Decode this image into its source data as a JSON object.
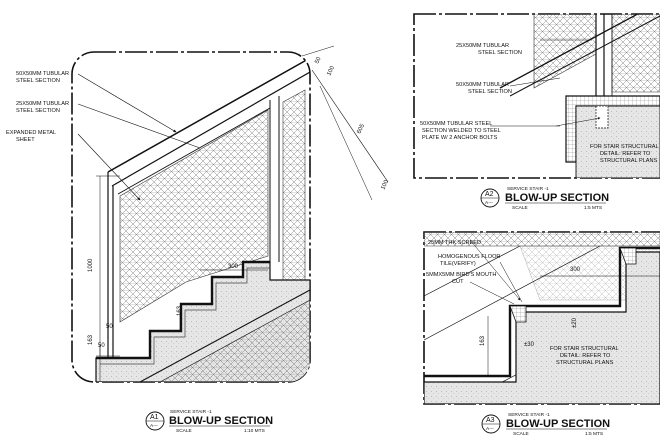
{
  "a1": {
    "labels": {
      "steel_50": [
        "50X50MM TUBULAR",
        "STEEL SECTION"
      ],
      "steel_25": [
        "25X50MM TUBULAR",
        "STEEL SECTION"
      ],
      "metal": [
        "EXPANDED METAL",
        "SHEET"
      ]
    },
    "dims": {
      "d50a": "50",
      "d100a": "100",
      "d605": "605",
      "d100b": "100",
      "d1000": "1000",
      "d300": "300",
      "d163a": "163",
      "d163b": "163",
      "d50b": "50",
      "d50c": "50"
    },
    "title": {
      "num": "A1",
      "sheet": "A---",
      "super": "SERVICE STAIR -1",
      "main": "BLOW-UP SECTION",
      "scale_label": "SCALE",
      "scale": "1:10 MTS"
    }
  },
  "a2": {
    "labels": {
      "steel_25": [
        "25X50MM TUBULAR",
        "STEEL SECTION"
      ],
      "steel_50": [
        "50X50MM TUBULAR",
        "STEEL SECTION"
      ],
      "weld": [
        "50X50MM TUBULAR STEEL",
        "SECTION WELDED TO STEEL",
        "PLATE W/ 2 ANCHOR BOLTS"
      ],
      "struct": [
        "FOR STAIR STRUCTURAL",
        "DETAIL: REFER TO",
        "STRUCTURAL PLANS"
      ]
    },
    "title": {
      "num": "A2",
      "sheet": "A---",
      "super": "SERVICE STAIR -1",
      "main": "BLOW-UP SECTION",
      "scale_label": "SCALE",
      "scale": "1:5 MTS"
    }
  },
  "a3": {
    "labels": {
      "screed": "25MM THK SCREED",
      "floor": [
        "HOMOGENOUS FLOOR",
        "TILE(VERIFY)"
      ],
      "mouth": [
        "5MMX5MM BIRD'S MOUTH",
        "CUT"
      ],
      "struct": [
        "FOR STAIR STRUCTURAL",
        "DETAIL: REFER TO",
        "STRUCTURAL PLANS"
      ]
    },
    "dims": {
      "d300": "300",
      "d163": "163",
      "d20": "±20",
      "d30": "±30"
    },
    "title": {
      "num": "A3",
      "sheet": "A---",
      "super": "SERVICE STAIR -1",
      "main": "BLOW-UP SECTION",
      "scale_label": "SCALE",
      "scale": "1:5 MTS"
    }
  }
}
